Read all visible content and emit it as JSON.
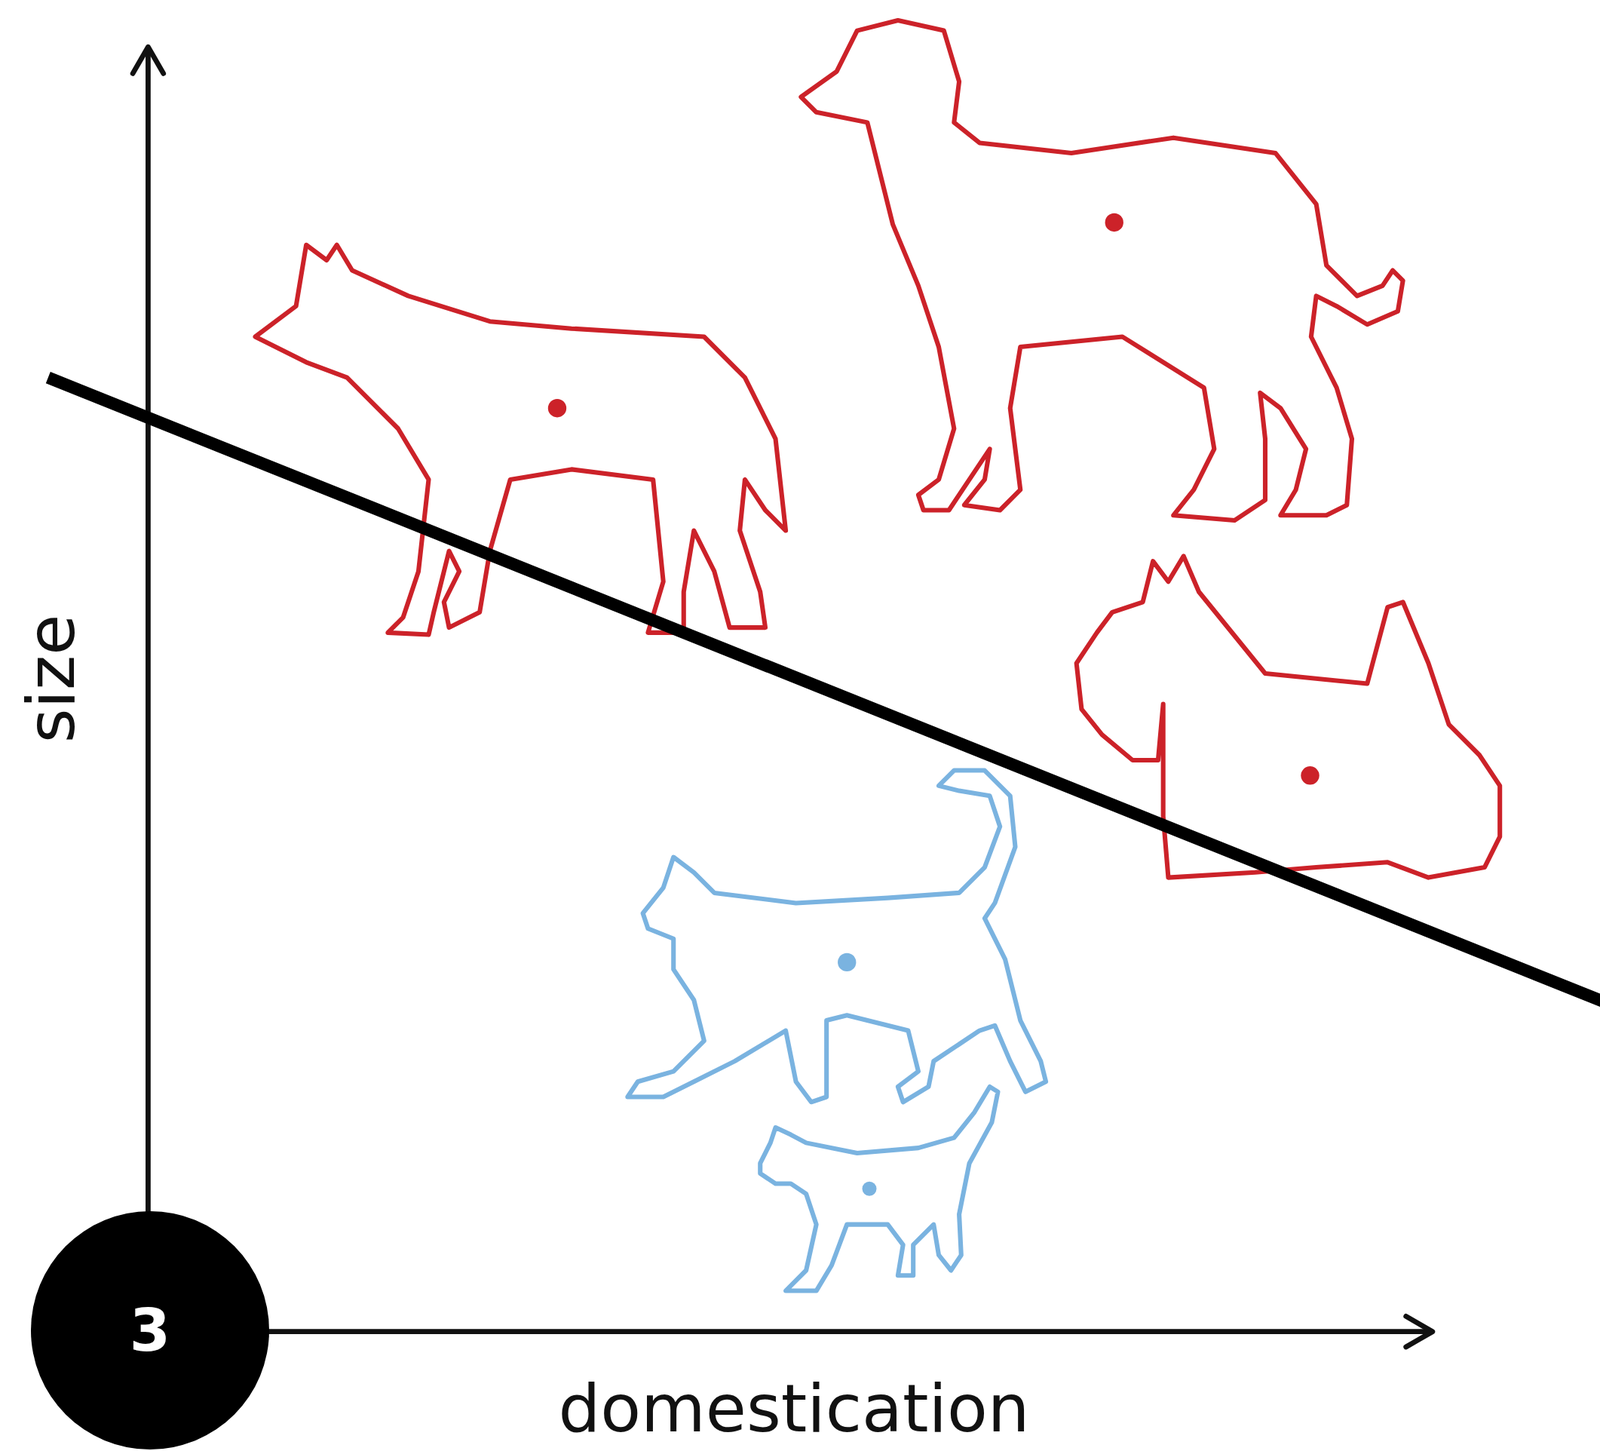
{
  "diagram": {
    "nodes": [
      {
        "text": [
          "3"
        ]
      }
    ],
    "labels": [
      "size",
      "domestication"
    ]
  }
}
